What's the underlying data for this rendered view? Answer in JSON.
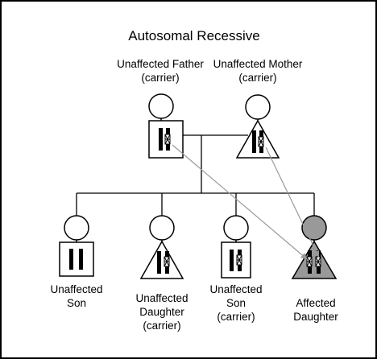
{
  "title": "Autosomal Recessive",
  "colors": {
    "frame": "#000000",
    "line": "#000000",
    "arrow": "#9a9a9a",
    "affected_fill": "#999999",
    "unaffected_fill": "#ffffff"
  },
  "individuals": [
    {
      "key": "father",
      "lines": [
        "Unaffected Father",
        "(carrier)"
      ],
      "status": "carrier",
      "affected": false
    },
    {
      "key": "mother",
      "lines": [
        "Unaffected Mother",
        "(carrier)"
      ],
      "status": "carrier",
      "affected": false
    },
    {
      "key": "son1",
      "lines": [
        "Unaffected",
        "Son"
      ],
      "status": "normal",
      "affected": false
    },
    {
      "key": "daughter1",
      "lines": [
        "Unaffected",
        "Daughter",
        "(carrier)"
      ],
      "status": "carrier",
      "affected": false
    },
    {
      "key": "son2",
      "lines": [
        "Unaffected",
        "Son",
        "(carrier)"
      ],
      "status": "carrier",
      "affected": false
    },
    {
      "key": "daughter2",
      "lines": [
        "Affected",
        "Daughter"
      ],
      "status": "affected",
      "affected": true
    }
  ]
}
